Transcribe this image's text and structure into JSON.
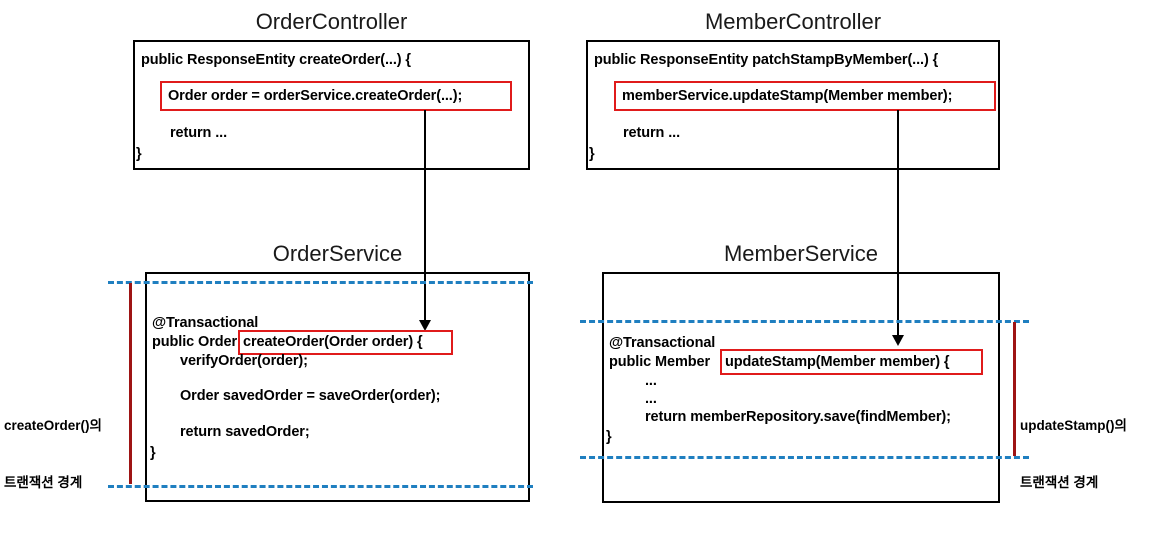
{
  "diagram": {
    "title_order_controller": "OrderController",
    "title_member_controller": "MemberController",
    "title_order_service": "OrderService",
    "title_member_service": "MemberService",
    "colors": {
      "box_border": "#000000",
      "highlight": "#e01b1b",
      "dashed_boundary": "#1f7fc0",
      "boundary_bar": "#9e1414",
      "text": "#000000",
      "background": "#ffffff"
    }
  },
  "order_controller": {
    "code_lines": [
      "public ResponseEntity createOrder(...) {",
      "Order order = orderService.createOrder(...);",
      "return ...",
      "}"
    ],
    "signature": "public ResponseEntity createOrder(...) {",
    "highlighted_call": "Order order = orderService.createOrder(...);",
    "return_line": "return ...",
    "closing_brace": "}"
  },
  "member_controller": {
    "code_lines": [
      "public ResponseEntity patchStampByMember(...) {",
      "memberService.updateStamp(Member member);",
      "return ...",
      "}"
    ],
    "signature": "public ResponseEntity patchStampByMember(...) {",
    "highlighted_call": "memberService.updateStamp(Member member);",
    "return_line": "return ...",
    "closing_brace": "}"
  },
  "order_service": {
    "annotation": "@Transactional",
    "modifier_and_type": "public Order",
    "highlighted_signature": "createOrder(Order order) {",
    "body_lines": [
      "verifyOrder(order);",
      "Order savedOrder = saveOrder(order);",
      "return savedOrder;"
    ],
    "line_verify": "verifyOrder(order);",
    "line_save": "Order savedOrder = saveOrder(order);",
    "line_return": "return savedOrder;",
    "closing_brace": "}"
  },
  "member_service": {
    "annotation": "@Transactional",
    "modifier_and_type": "public Member",
    "highlighted_signature": "updateStamp(Member member) {",
    "body_lines": [
      "...",
      "...",
      "return memberRepository.save(findMember);"
    ],
    "line_ellipsis_1": "...",
    "line_ellipsis_2": "...",
    "line_return": "return memberRepository.save(findMember);",
    "closing_brace": "}"
  },
  "boundaries": {
    "left_label_line1": "createOrder()의",
    "left_label_line2": "트랜잭션 경계",
    "right_label_line1": "updateStamp()의",
    "right_label_line2": "트랜잭션 경계"
  }
}
